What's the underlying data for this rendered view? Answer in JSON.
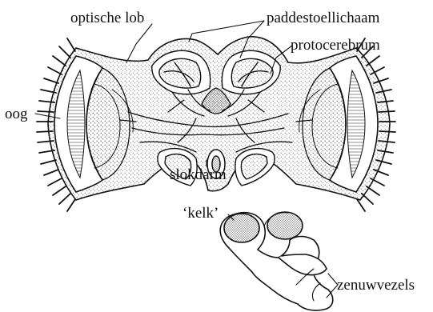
{
  "labels": {
    "optic_lobe": "optische lob",
    "mushroom_body": "paddestoellichaam",
    "protocerebrum": "protocerebrum",
    "eye": "oog",
    "esophagus": "slokdarm",
    "calyx": "‘kelk’",
    "nerve_fibers": "zenuwvezels"
  },
  "colors": {
    "ink": "#111111",
    "paper": "#ffffff",
    "stipple": "#333333"
  }
}
